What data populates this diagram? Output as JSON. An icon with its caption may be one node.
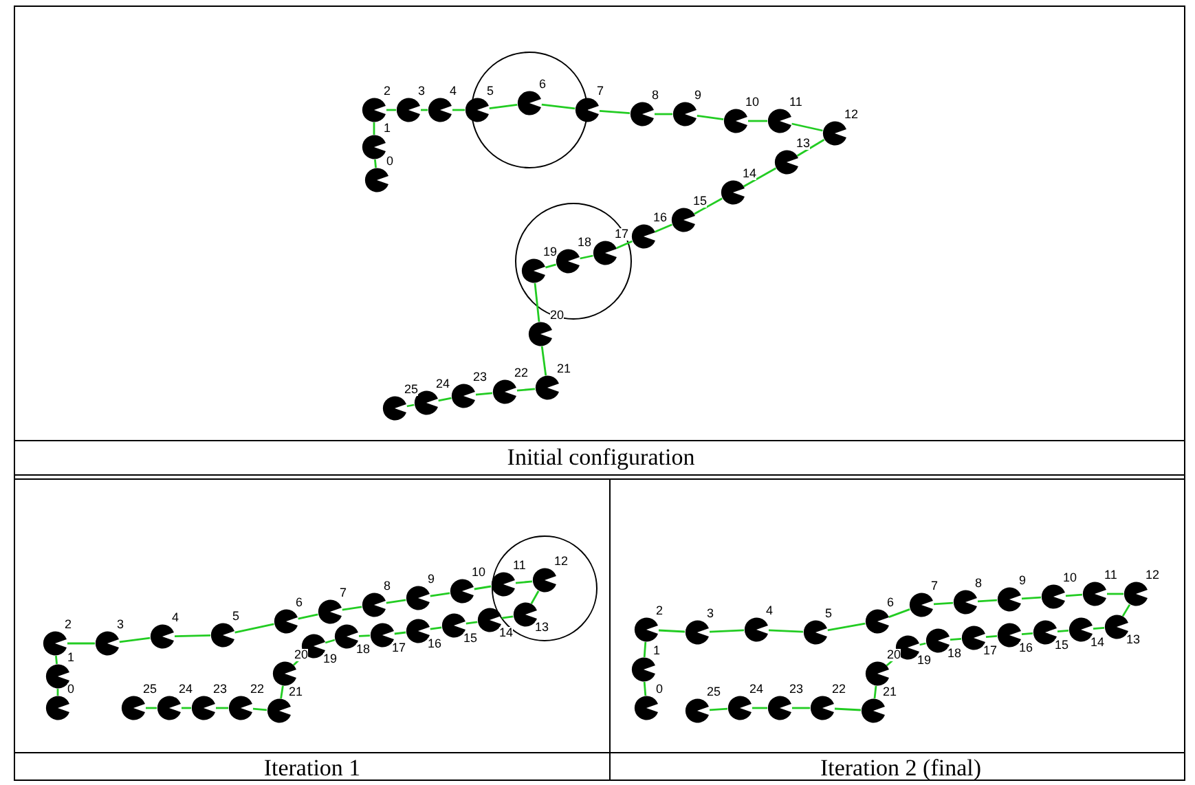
{
  "diagram": {
    "nodes": [
      {
        "text": [],
        "shape": "circle",
        "beside": [
          "0"
        ]
      },
      {
        "text": [],
        "shape": "circle",
        "beside": [
          "1"
        ]
      },
      {
        "text": [],
        "shape": "circle",
        "beside": [
          "2"
        ]
      },
      {
        "text": [],
        "shape": "circle",
        "beside": [
          "3"
        ]
      },
      {
        "text": [],
        "shape": "circle",
        "beside": [
          "4"
        ]
      },
      {
        "text": [],
        "shape": "circle",
        "beside": [
          "5"
        ]
      },
      {
        "text": [],
        "shape": "circle",
        "beside": [
          "6"
        ]
      },
      {
        "text": [],
        "shape": "circle",
        "beside": [
          "7"
        ]
      },
      {
        "text": [],
        "shape": "circle",
        "beside": [
          "8"
        ]
      },
      {
        "text": [],
        "shape": "circle",
        "beside": [
          "9"
        ]
      },
      {
        "text": [],
        "shape": "circle",
        "beside": [
          "10"
        ]
      },
      {
        "text": [],
        "shape": "circle",
        "beside": [
          "11"
        ]
      },
      {
        "text": [],
        "shape": "circle",
        "beside": [
          "12"
        ]
      },
      {
        "text": [],
        "shape": "circle",
        "beside": [
          "13"
        ]
      },
      {
        "text": [],
        "shape": "circle",
        "beside": [
          "14"
        ]
      },
      {
        "text": [],
        "shape": "circle",
        "beside": [
          "15"
        ]
      },
      {
        "text": [],
        "shape": "circle",
        "beside": [
          "16"
        ]
      },
      {
        "text": [],
        "shape": "circle",
        "beside": [
          "17"
        ]
      },
      {
        "text": [],
        "shape": "circle",
        "beside": [
          "18"
        ]
      },
      {
        "text": [],
        "shape": "circle",
        "beside": [
          "19"
        ]
      },
      {
        "text": [],
        "shape": "circle",
        "beside": [
          "20"
        ]
      },
      {
        "text": [],
        "shape": "circle",
        "beside": [
          "21"
        ]
      },
      {
        "text": [],
        "shape": "circle",
        "beside": [
          "22"
        ]
      },
      {
        "text": [],
        "shape": "circle",
        "beside": [
          "23"
        ]
      },
      {
        "text": [],
        "shape": "circle",
        "beside": [
          "24"
        ]
      },
      {
        "text": [],
        "shape": "circle",
        "beside": [
          "25"
        ]
      },
      {
        "text": [],
        "shape": "circle",
        "beside": [
          "0"
        ]
      },
      {
        "text": [],
        "shape": "circle",
        "beside": [
          "1"
        ]
      },
      {
        "text": [],
        "shape": "circle",
        "beside": [
          "2"
        ]
      },
      {
        "text": [],
        "shape": "circle",
        "beside": [
          "3"
        ]
      },
      {
        "text": [],
        "shape": "circle",
        "beside": [
          "4"
        ]
      },
      {
        "text": [],
        "shape": "circle",
        "beside": [
          "5"
        ]
      },
      {
        "text": [],
        "shape": "circle",
        "beside": [
          "6"
        ]
      },
      {
        "text": [],
        "shape": "circle",
        "beside": [
          "7"
        ]
      },
      {
        "text": [],
        "shape": "circle",
        "beside": [
          "8"
        ]
      },
      {
        "text": [],
        "shape": "circle",
        "beside": [
          "9"
        ]
      },
      {
        "text": [],
        "shape": "circle",
        "beside": [
          "10"
        ]
      },
      {
        "text": [],
        "shape": "circle",
        "beside": [
          "11"
        ]
      },
      {
        "text": [],
        "shape": "circle",
        "beside": [
          "12"
        ]
      },
      {
        "text": [],
        "shape": "circle",
        "beside": [
          "13"
        ]
      },
      {
        "text": [],
        "shape": "circle",
        "beside": [
          "14"
        ]
      },
      {
        "text": [],
        "shape": "circle",
        "beside": [
          "15"
        ]
      },
      {
        "text": [],
        "shape": "circle",
        "beside": [
          "16"
        ]
      },
      {
        "text": [],
        "shape": "circle",
        "beside": [
          "17"
        ]
      },
      {
        "text": [],
        "shape": "circle",
        "beside": [
          "18"
        ]
      },
      {
        "text": [],
        "shape": "circle",
        "beside": [
          "19"
        ]
      },
      {
        "text": [],
        "shape": "circle",
        "beside": [
          "20"
        ]
      },
      {
        "text": [],
        "shape": "circle",
        "beside": [
          "21"
        ]
      },
      {
        "text": [],
        "shape": "circle",
        "beside": [
          "22"
        ]
      },
      {
        "text": [],
        "shape": "circle",
        "beside": [
          "23"
        ]
      },
      {
        "text": [],
        "shape": "circle",
        "beside": [
          "24"
        ]
      },
      {
        "text": [],
        "shape": "circle",
        "beside": [
          "25"
        ]
      },
      {
        "text": [],
        "shape": "circle",
        "beside": [
          "0"
        ]
      },
      {
        "text": [],
        "shape": "circle",
        "beside": [
          "1"
        ]
      },
      {
        "text": [],
        "shape": "circle",
        "beside": [
          "2"
        ]
      },
      {
        "text": [],
        "shape": "circle",
        "beside": [
          "3"
        ]
      },
      {
        "text": [],
        "shape": "circle",
        "beside": [
          "4"
        ]
      },
      {
        "text": [],
        "shape": "circle",
        "beside": [
          "5"
        ]
      },
      {
        "text": [],
        "shape": "circle",
        "beside": [
          "6"
        ]
      },
      {
        "text": [],
        "shape": "circle",
        "beside": [
          "7"
        ]
      },
      {
        "text": [],
        "shape": "circle",
        "beside": [
          "8"
        ]
      },
      {
        "text": [],
        "shape": "circle",
        "beside": [
          "9"
        ]
      },
      {
        "text": [],
        "shape": "circle",
        "beside": [
          "10"
        ]
      },
      {
        "text": [],
        "shape": "circle",
        "beside": [
          "11"
        ]
      },
      {
        "text": [],
        "shape": "circle",
        "beside": [
          "12"
        ]
      },
      {
        "text": [],
        "shape": "circle",
        "beside": [
          "13"
        ]
      },
      {
        "text": [],
        "shape": "circle",
        "beside": [
          "14"
        ]
      },
      {
        "text": [],
        "shape": "circle",
        "beside": [
          "15"
        ]
      },
      {
        "text": [],
        "shape": "circle",
        "beside": [
          "16"
        ]
      },
      {
        "text": [],
        "shape": "circle",
        "beside": [
          "17"
        ]
      },
      {
        "text": [],
        "shape": "circle",
        "beside": [
          "18"
        ]
      },
      {
        "text": [],
        "shape": "circle",
        "beside": [
          "19"
        ]
      },
      {
        "text": [],
        "shape": "circle",
        "beside": [
          "20"
        ]
      },
      {
        "text": [],
        "shape": "circle",
        "beside": [
          "21"
        ]
      },
      {
        "text": [],
        "shape": "circle",
        "beside": [
          "22"
        ]
      },
      {
        "text": [],
        "shape": "circle",
        "beside": [
          "23"
        ]
      },
      {
        "text": [],
        "shape": "circle",
        "beside": [
          "24"
        ]
      },
      {
        "text": [],
        "shape": "circle",
        "beside": [
          "25"
        ]
      }
    ],
    "edges": [
      {
        "from": 0,
        "to": 1,
        "arrow": "none"
      },
      {
        "from": 1,
        "to": 2,
        "arrow": "none"
      },
      {
        "from": 2,
        "to": 3,
        "arrow": "none"
      },
      {
        "from": 3,
        "to": 4,
        "arrow": "none"
      },
      {
        "from": 4,
        "to": 5,
        "arrow": "none"
      },
      {
        "from": 5,
        "to": 6,
        "arrow": "none"
      },
      {
        "from": 6,
        "to": 7,
        "arrow": "none"
      },
      {
        "from": 7,
        "to": 8,
        "arrow": "none"
      },
      {
        "from": 8,
        "to": 9,
        "arrow": "none"
      },
      {
        "from": 9,
        "to": 10,
        "arrow": "none"
      },
      {
        "from": 10,
        "to": 11,
        "arrow": "none"
      },
      {
        "from": 11,
        "to": 12,
        "arrow": "none"
      },
      {
        "from": 12,
        "to": 13,
        "arrow": "none"
      },
      {
        "from": 13,
        "to": 14,
        "arrow": "none"
      },
      {
        "from": 14,
        "to": 15,
        "arrow": "none"
      },
      {
        "from": 15,
        "to": 16,
        "arrow": "none"
      },
      {
        "from": 16,
        "to": 17,
        "arrow": "none"
      },
      {
        "from": 17,
        "to": 18,
        "arrow": "none"
      },
      {
        "from": 18,
        "to": 19,
        "arrow": "none"
      },
      {
        "from": 19,
        "to": 20,
        "arrow": "none"
      },
      {
        "from": 20,
        "to": 21,
        "arrow": "none"
      },
      {
        "from": 21,
        "to": 22,
        "arrow": "none"
      },
      {
        "from": 22,
        "to": 23,
        "arrow": "none"
      },
      {
        "from": 23,
        "to": 24,
        "arrow": "none"
      },
      {
        "from": 24,
        "to": 25,
        "arrow": "none"
      },
      {
        "from": 26,
        "to": 27,
        "arrow": "none"
      },
      {
        "from": 27,
        "to": 28,
        "arrow": "none"
      },
      {
        "from": 28,
        "to": 29,
        "arrow": "none"
      },
      {
        "from": 29,
        "to": 30,
        "arrow": "none"
      },
      {
        "from": 30,
        "to": 31,
        "arrow": "none"
      },
      {
        "from": 31,
        "to": 32,
        "arrow": "none"
      },
      {
        "from": 32,
        "to": 33,
        "arrow": "none"
      },
      {
        "from": 33,
        "to": 34,
        "arrow": "none"
      },
      {
        "from": 34,
        "to": 35,
        "arrow": "none"
      },
      {
        "from": 35,
        "to": 36,
        "arrow": "none"
      },
      {
        "from": 36,
        "to": 37,
        "arrow": "none"
      },
      {
        "from": 37,
        "to": 38,
        "arrow": "none"
      },
      {
        "from": 38,
        "to": 39,
        "arrow": "none"
      },
      {
        "from": 39,
        "to": 40,
        "arrow": "none"
      },
      {
        "from": 40,
        "to": 41,
        "arrow": "none"
      },
      {
        "from": 41,
        "to": 42,
        "arrow": "none"
      },
      {
        "from": 42,
        "to": 43,
        "arrow": "none"
      },
      {
        "from": 43,
        "to": 44,
        "arrow": "none"
      },
      {
        "from": 44,
        "to": 45,
        "arrow": "none"
      },
      {
        "from": 45,
        "to": 46,
        "arrow": "none"
      },
      {
        "from": 46,
        "to": 47,
        "arrow": "none"
      },
      {
        "from": 47,
        "to": 48,
        "arrow": "none"
      },
      {
        "from": 48,
        "to": 49,
        "arrow": "none"
      },
      {
        "from": 49,
        "to": 50,
        "arrow": "none"
      },
      {
        "from": 50,
        "to": 51,
        "arrow": "none"
      },
      {
        "from": 52,
        "to": 53,
        "arrow": "none"
      },
      {
        "from": 53,
        "to": 54,
        "arrow": "none"
      },
      {
        "from": 54,
        "to": 55,
        "arrow": "none"
      },
      {
        "from": 55,
        "to": 56,
        "arrow": "none"
      },
      {
        "from": 56,
        "to": 57,
        "arrow": "none"
      },
      {
        "from": 57,
        "to": 58,
        "arrow": "none"
      },
      {
        "from": 58,
        "to": 59,
        "arrow": "none"
      },
      {
        "from": 59,
        "to": 60,
        "arrow": "none"
      },
      {
        "from": 60,
        "to": 61,
        "arrow": "none"
      },
      {
        "from": 61,
        "to": 62,
        "arrow": "none"
      },
      {
        "from": 62,
        "to": 63,
        "arrow": "none"
      },
      {
        "from": 63,
        "to": 64,
        "arrow": "none"
      },
      {
        "from": 64,
        "to": 65,
        "arrow": "none"
      },
      {
        "from": 65,
        "to": 66,
        "arrow": "none"
      },
      {
        "from": 66,
        "to": 67,
        "arrow": "none"
      },
      {
        "from": 67,
        "to": 68,
        "arrow": "none"
      },
      {
        "from": 68,
        "to": 69,
        "arrow": "none"
      },
      {
        "from": 69,
        "to": 70,
        "arrow": "none"
      },
      {
        "from": 70,
        "to": 71,
        "arrow": "none"
      },
      {
        "from": 71,
        "to": 72,
        "arrow": "none"
      },
      {
        "from": 72,
        "to": 73,
        "arrow": "none"
      },
      {
        "from": 73,
        "to": 74,
        "arrow": "none"
      },
      {
        "from": 74,
        "to": 75,
        "arrow": "none"
      },
      {
        "from": 75,
        "to": 76,
        "arrow": "none"
      },
      {
        "from": 76,
        "to": 77,
        "arrow": "none"
      }
    ],
    "labels": [
      "Initial configuration",
      "Iteration 1",
      "Iteration 2 (final)"
    ]
  }
}
